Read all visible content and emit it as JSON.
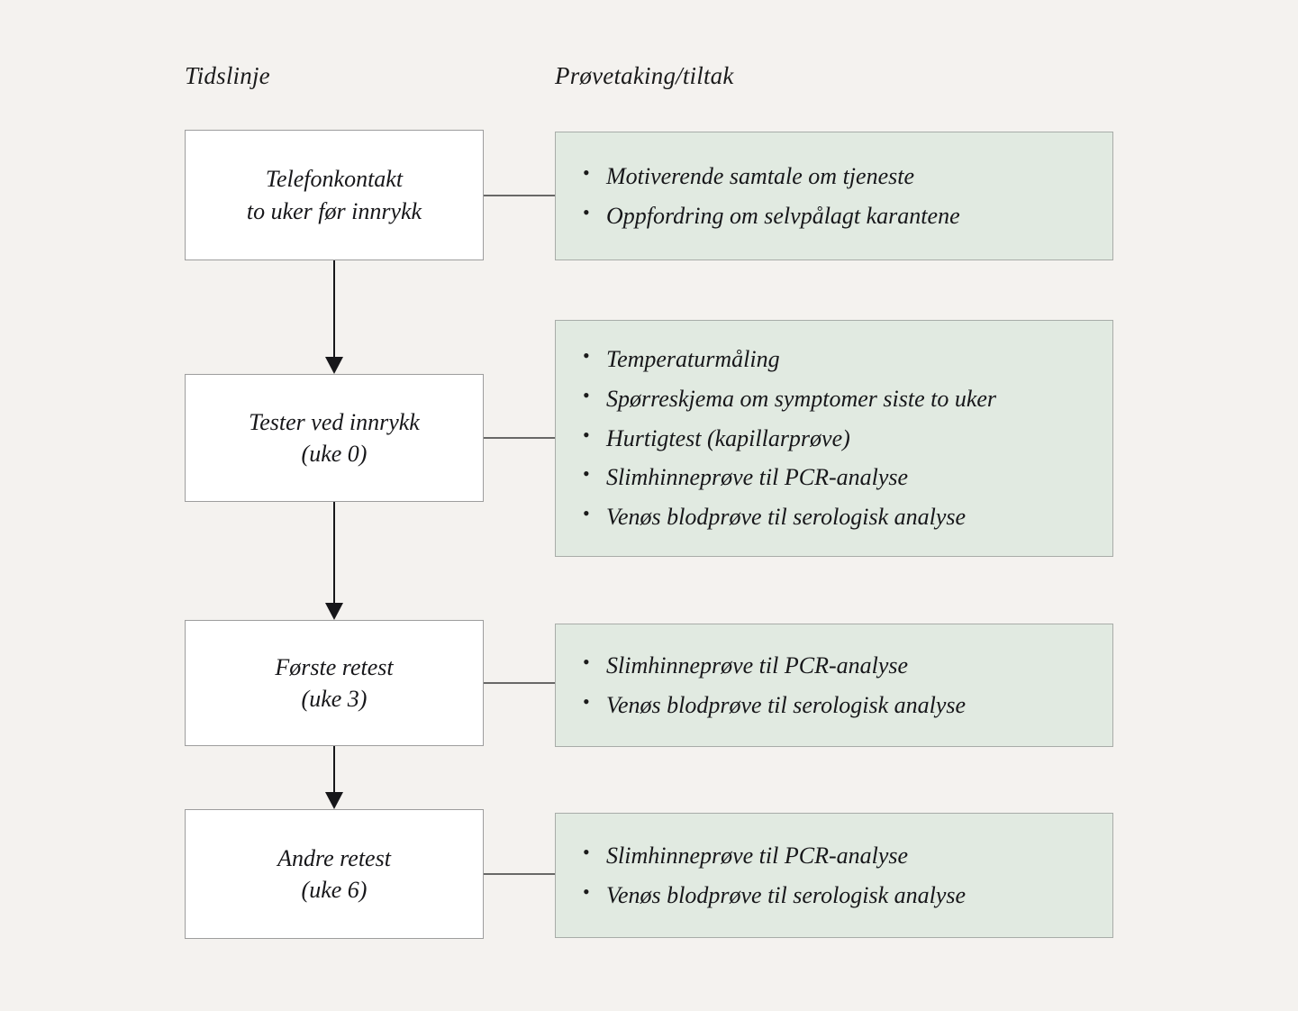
{
  "page": {
    "background_color": "#f4f2ef",
    "box_fill_color": "#ffffff",
    "action_fill_color": "#e1eae1",
    "border_color": "#9d9d9d",
    "text_color": "#17171a"
  },
  "headers": {
    "timeline": "Tidslinje",
    "sampling": "Prøvetaking/tiltak"
  },
  "stages": [
    {
      "line1": "Telefonkontakt",
      "line2": "to uker før innrykk",
      "actions": [
        "Motiverende samtale om tjeneste",
        "Oppfordring om selvpålagt karantene"
      ]
    },
    {
      "line1": "Tester ved innrykk",
      "line2": "(uke 0)",
      "actions": [
        "Temperaturmåling",
        "Spørreskjema om symptomer siste to uker",
        "Hurtigtest (kapillarprøve)",
        "Slimhinneprøve til PCR-analyse",
        "Venøs blodprøve til serologisk analyse"
      ]
    },
    {
      "line1": "Første retest",
      "line2": "(uke 3)",
      "actions": [
        "Slimhinneprøve til PCR-analyse",
        "Venøs blodprøve til serologisk analyse"
      ]
    },
    {
      "line1": "Andre retest",
      "line2": "(uke 6)",
      "actions": [
        "Slimhinneprøve til PCR-analyse",
        "Venøs blodprøve til serologisk analyse"
      ]
    }
  ]
}
